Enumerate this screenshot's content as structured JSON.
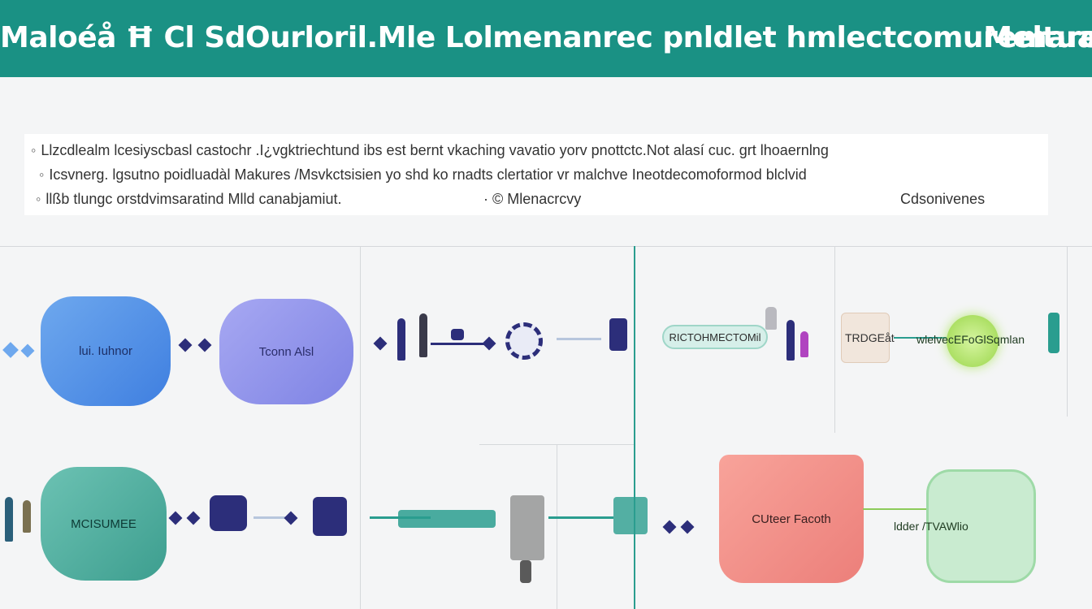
{
  "header": {
    "title": "Maloéå Ħ Cl SdOurloril.Mle Lolmenanrec pnldlet hmlectcomuremarek",
    "right": "Meltua"
  },
  "notes": [
    "Llzcdlealm lcesiyscbasl castochr .I¿vgktriechtund ibs est bernt vkaching vavatio yorv pnottctc.Not alasí cuc. grt lhoaernlng",
    "Icsvnerg. lgsutno poidluadàl Makures /Msvkctsisien yo shd ko rnadts clertatior vr malchve Ineotdecomoformod blclvid",
    "llßb tlungc orstdvimsaratind Mlld canabjamiut."
  ],
  "note_mid": "· © Mlenacrcvy",
  "note_right": "Cdsonivenes",
  "nodes": {
    "blue": "lui. Iuhnor",
    "purple": "Tconn Alsl",
    "teal": "MCISUMEE",
    "salmon": "CUteer Facoth",
    "pill": "RICTOHMECTOMil",
    "box_label": "TRDGEåt",
    "orb_label": "wlelvecEFoGlSqmlan",
    "green_label": "ldder /TVAWlio"
  },
  "colors": {
    "header": "#1a9184",
    "blue": "#3f7fe0",
    "purple": "#7e83e4",
    "teal": "#3d9e8f",
    "salmon": "#ec7f7a",
    "navy": "#2c2e7a",
    "green": "#9ad64a"
  }
}
